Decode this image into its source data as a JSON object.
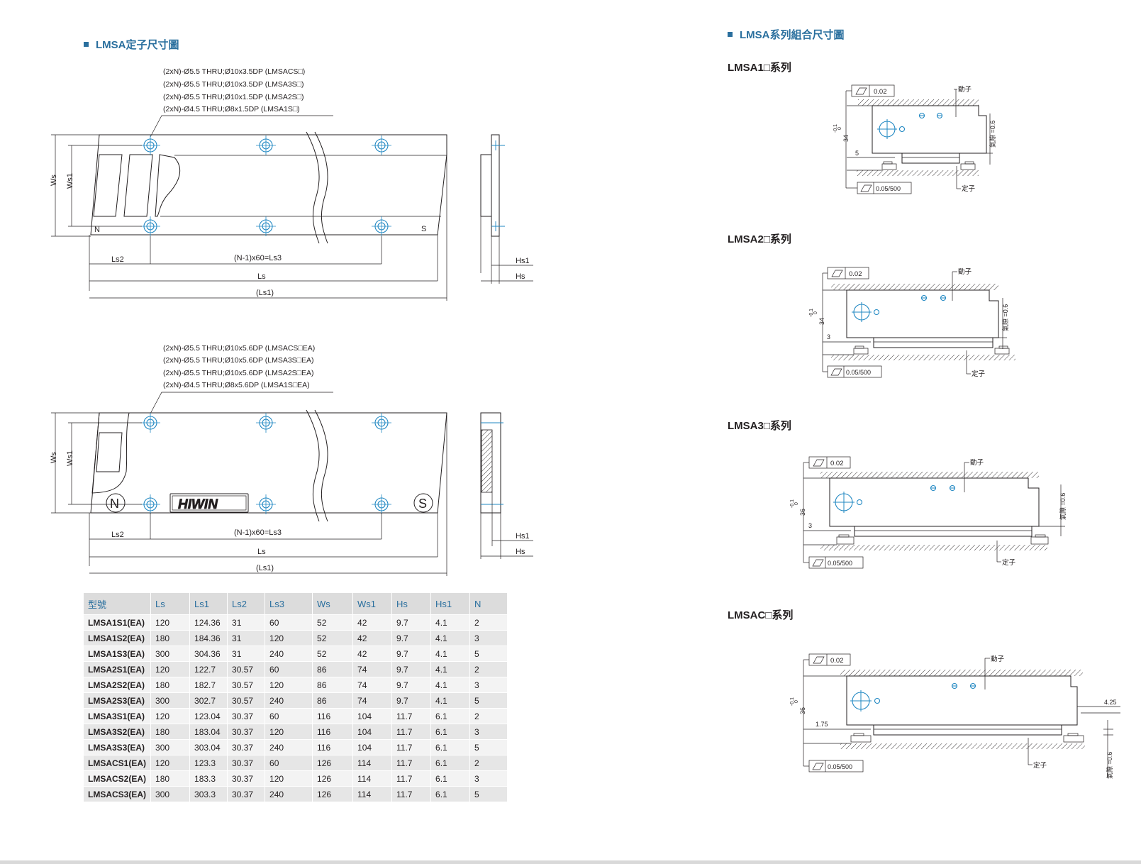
{
  "left": {
    "title": "LMSA定子尺寸圖",
    "fig1": {
      "notes": [
        "(2xN)-Ø5.5 THRU;Ø10x3.5DP (LMSACS□)",
        "(2xN)-Ø5.5 THRU;Ø10x3.5DP (LMSA3S□)",
        "(2xN)-Ø5.5 THRU;Ø10x1.5DP (LMSA2S□)",
        "(2xN)-Ø4.5 THRU;Ø8x1.5DP  (LMSA1S□)"
      ],
      "labels": {
        "ws": "Ws",
        "ws1": "Ws1",
        "n": "N",
        "s": "S",
        "ls2": "Ls2",
        "ls3": "(N-1)x60=Ls3",
        "ls": "Ls",
        "ls1": "(Ls1)",
        "hs1": "Hs1",
        "hs": "Hs"
      }
    },
    "fig2": {
      "notes": [
        "(2xN)-Ø5.5 THRU;Ø10x5.6DP (LMSACS□EA)",
        "(2xN)-Ø5.5 THRU;Ø10x5.6DP (LMSA3S□EA)",
        "(2xN)-Ø5.5 THRU;Ø10x5.6DP (LMSA2S□EA)",
        "(2xN)-Ø4.5 THRU;Ø8x5.6DP  (LMSA1S□EA)"
      ],
      "labels": {
        "ws": "Ws",
        "ws1": "Ws1",
        "n": "N",
        "s": "S",
        "brand": "HIWIN",
        "ls2": "Ls2",
        "ls3": "(N-1)x60=Ls3",
        "ls": "Ls",
        "ls1": "(Ls1)",
        "hs1": "Hs1",
        "hs": "Hs"
      }
    },
    "table": {
      "headers": [
        "型號",
        "Ls",
        "Ls1",
        "Ls2",
        "Ls3",
        "Ws",
        "Ws1",
        "Hs",
        "Hs1",
        "N"
      ],
      "rows": [
        [
          "LMSA1S1(EA)",
          "120",
          "124.36",
          "31",
          "60",
          "52",
          "42",
          "9.7",
          "4.1",
          "2"
        ],
        [
          "LMSA1S2(EA)",
          "180",
          "184.36",
          "31",
          "120",
          "52",
          "42",
          "9.7",
          "4.1",
          "3"
        ],
        [
          "LMSA1S3(EA)",
          "300",
          "304.36",
          "31",
          "240",
          "52",
          "42",
          "9.7",
          "4.1",
          "5"
        ],
        [
          "LMSA2S1(EA)",
          "120",
          "122.7",
          "30.57",
          "60",
          "86",
          "74",
          "9.7",
          "4.1",
          "2"
        ],
        [
          "LMSA2S2(EA)",
          "180",
          "182.7",
          "30.57",
          "120",
          "86",
          "74",
          "9.7",
          "4.1",
          "3"
        ],
        [
          "LMSA2S3(EA)",
          "300",
          "302.7",
          "30.57",
          "240",
          "86",
          "74",
          "9.7",
          "4.1",
          "5"
        ],
        [
          "LMSA3S1(EA)",
          "120",
          "123.04",
          "30.37",
          "60",
          "116",
          "104",
          "11.7",
          "6.1",
          "2"
        ],
        [
          "LMSA3S2(EA)",
          "180",
          "183.04",
          "30.37",
          "120",
          "116",
          "104",
          "11.7",
          "6.1",
          "3"
        ],
        [
          "LMSA3S3(EA)",
          "300",
          "303.04",
          "30.37",
          "240",
          "116",
          "104",
          "11.7",
          "6.1",
          "5"
        ],
        [
          "LMSACS1(EA)",
          "120",
          "123.3",
          "30.37",
          "60",
          "126",
          "114",
          "11.7",
          "6.1",
          "2"
        ],
        [
          "LMSACS2(EA)",
          "180",
          "183.3",
          "30.37",
          "120",
          "126",
          "114",
          "11.7",
          "6.1",
          "3"
        ],
        [
          "LMSACS3(EA)",
          "300",
          "303.3",
          "30.37",
          "240",
          "126",
          "114",
          "11.7",
          "6.1",
          "5"
        ]
      ]
    }
  },
  "right": {
    "title": "LMSA系列組合尺寸圖",
    "series": [
      {
        "name": "LMSA1□系列",
        "flat": "0.02",
        "par": "0.05/500",
        "mover": "動子",
        "stator": "定子",
        "height": "34",
        "tol_up": "-0.1",
        "tol_lo": "0",
        "offset": "5",
        "gap": "氣隙 =0.6"
      },
      {
        "name": "LMSA2□系列",
        "flat": "0.02",
        "par": "0.05/500",
        "mover": "動子",
        "stator": "定子",
        "height": "34",
        "tol_up": "-0.1",
        "tol_lo": "0",
        "offset": "3",
        "gap": "氣隙 =0.6"
      },
      {
        "name": "LMSA3□系列",
        "flat": "0.02",
        "par": "0.05/500",
        "mover": "動子",
        "stator": "定子",
        "height": "36",
        "tol_up": "-0.1",
        "tol_lo": "0",
        "offset": "3",
        "gap": "氣隙 =0.6"
      },
      {
        "name": "LMSAC□系列",
        "flat": "0.02",
        "par": "0.05/500",
        "mover": "動子",
        "stator": "定子",
        "height": "36",
        "tol_up": "-0.1",
        "tol_lo": "0",
        "offset": "1.75",
        "gap": "氣隙 =0.6",
        "extra": "4.25"
      }
    ]
  }
}
